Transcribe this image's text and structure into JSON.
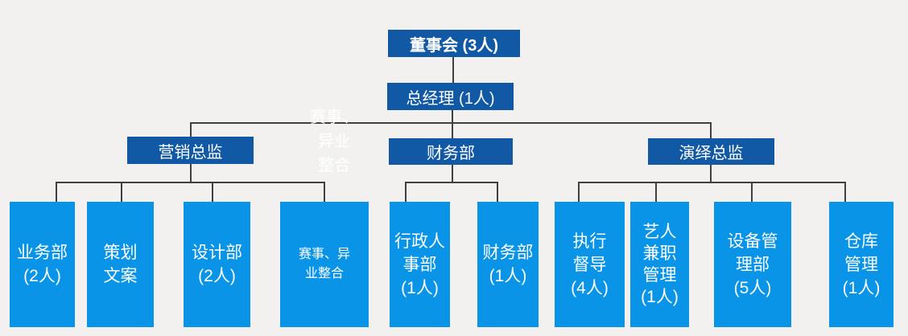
{
  "colors": {
    "background": "#F2F1EF",
    "node_dark": "#1159A4",
    "node_bright": "#0994E8",
    "connector": "#404040",
    "text": "#FFFFFF"
  },
  "chart": {
    "type": "org-chart",
    "root": {
      "label": "董事会 (3人)"
    },
    "manager": {
      "label": "总经理 (1人)"
    },
    "floating_text": "赛事、\n异业\n整合",
    "branches": [
      {
        "label": "营销总监",
        "children": [
          {
            "text": "业务部\n(2人)"
          },
          {
            "text": "策划\n文案"
          },
          {
            "text": "设计部\n(2人)"
          },
          {
            "text": "赛事、异\n业整合"
          }
        ]
      },
      {
        "label": "财务部",
        "children": [
          {
            "text": "行政人\n事部\n(1人)"
          },
          {
            "text": "财务部\n(1人)"
          }
        ]
      },
      {
        "label": "演绎总监",
        "children": [
          {
            "text": "执行\n督导\n(4人)"
          },
          {
            "text": "艺人\n兼职\n管理\n(1人)"
          },
          {
            "text": "设备管\n理部\n(5人)"
          },
          {
            "text": "仓库\n管理\n(1人)"
          }
        ]
      }
    ]
  }
}
